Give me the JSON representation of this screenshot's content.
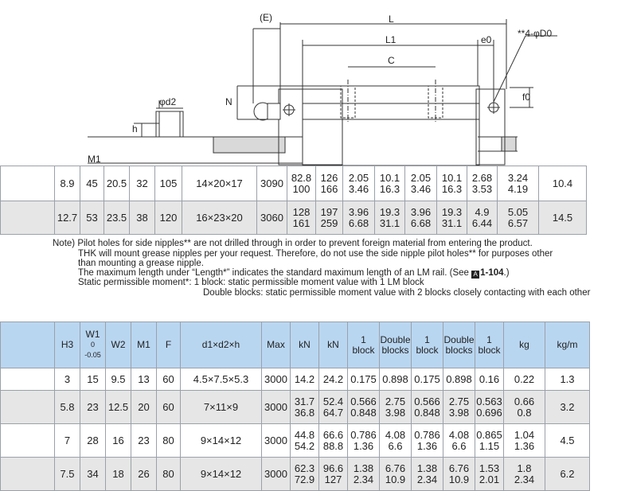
{
  "drawing": {
    "labels": {
      "E": "(E)",
      "L": "L",
      "L1": "L1",
      "C": "C",
      "e0": "e0",
      "holes": "**4-φD0",
      "f0": "f0",
      "N": "N",
      "d2": "φd2",
      "h": "h",
      "M1": "M1"
    }
  },
  "upper_table": {
    "rows": [
      {
        "c1": "8.9",
        "c2": "45",
        "c3": "20.5",
        "c4": "32",
        "c5": "105",
        "c6": "14×20×17",
        "c7": "3090",
        "c8": [
          "82.8",
          "100"
        ],
        "c9": [
          "126",
          "166"
        ],
        "c10": [
          "2.05",
          "3.46"
        ],
        "c11": [
          "10.1",
          "16.3"
        ],
        "c12": [
          "2.05",
          "3.46"
        ],
        "c13": [
          "10.1",
          "16.3"
        ],
        "c14": [
          "2.68",
          "3.53"
        ],
        "c15": [
          "3.24",
          "4.19"
        ],
        "c16": "10.4"
      },
      {
        "c1": "12.7",
        "c2": "53",
        "c3": "23.5",
        "c4": "38",
        "c5": "120",
        "c6": "16×23×20",
        "c7": "3060",
        "c8": [
          "128",
          "161"
        ],
        "c9": [
          "197",
          "259"
        ],
        "c10": [
          "3.96",
          "6.68"
        ],
        "c11": [
          "19.3",
          "31.1"
        ],
        "c12": [
          "3.96",
          "6.68"
        ],
        "c13": [
          "19.3",
          "31.1"
        ],
        "c14": [
          "4.9",
          "6.44"
        ],
        "c15": [
          "5.05",
          "6.57"
        ],
        "c16": "14.5"
      }
    ]
  },
  "note": {
    "line1": "Note) Pilot holes for side nipples** are not drilled through in order to prevent foreign material from entering the product.",
    "line2": "THK will mount grease nipples per your request. Therefore, do not use the side nipple pilot holes** for purposes other",
    "line3": "than mounting a grease nipple.",
    "line4": "The maximum length under “Length*” indicates the standard maximum length of an LM rail. (See ",
    "line4_ref": "1-104",
    "line4_end": ".)",
    "line5": "Static permissible moment*: 1 block: static permissible moment value with 1 LM block",
    "line6": "Double blocks: static permissible moment value with 2 blocks closely contacting with each other"
  },
  "lower_table": {
    "header": {
      "h3": "H3",
      "w1": "W1",
      "w1_tol_top": "0",
      "w1_tol_bot": "-0.05",
      "w2": "W2",
      "m1": "M1",
      "f": "F",
      "d": "d1×d2×h",
      "max": "Max",
      "kn1": "kN",
      "kn2": "kN",
      "one_block": "1",
      "one_block2": "block",
      "double": "Double",
      "double2": "blocks",
      "kg": "kg",
      "kgm": "kg/m"
    },
    "rows": [
      {
        "h3": "3",
        "w1": "15",
        "w2": "9.5",
        "m1": "13",
        "f": "60",
        "d": "4.5×7.5×5.3",
        "max": "3000",
        "c": [
          "14.2"
        ],
        "c0": [
          "24.2"
        ],
        "ma1": [
          "0.175"
        ],
        "ma2": [
          "0.898"
        ],
        "mb1": [
          "0.175"
        ],
        "mb2": [
          "0.898"
        ],
        "mc": [
          "0.16"
        ],
        "kg": [
          "0.22"
        ],
        "kgm": "1.3"
      },
      {
        "h3": "5.8",
        "w1": "23",
        "w2": "12.5",
        "m1": "20",
        "f": "60",
        "d": "7×11×9",
        "max": "3000",
        "c": [
          "31.7",
          "36.8"
        ],
        "c0": [
          "52.4",
          "64.7"
        ],
        "ma1": [
          "0.566",
          "0.848"
        ],
        "ma2": [
          "2.75",
          "3.98"
        ],
        "mb1": [
          "0.566",
          "0.848"
        ],
        "mb2": [
          "2.75",
          "3.98"
        ],
        "mc": [
          "0.563",
          "0.696"
        ],
        "kg": [
          "0.66",
          "0.8"
        ],
        "kgm": "3.2"
      },
      {
        "h3": "7",
        "w1": "28",
        "w2": "16",
        "m1": "23",
        "f": "80",
        "d": "9×14×12",
        "max": "3000",
        "c": [
          "44.8",
          "54.2"
        ],
        "c0": [
          "66.6",
          "88.8"
        ],
        "ma1": [
          "0.786",
          "1.36"
        ],
        "ma2": [
          "4.08",
          "6.6"
        ],
        "mb1": [
          "0.786",
          "1.36"
        ],
        "mb2": [
          "4.08",
          "6.6"
        ],
        "mc": [
          "0.865",
          "1.15"
        ],
        "kg": [
          "1.04",
          "1.36"
        ],
        "kgm": "4.5"
      },
      {
        "h3": "7.5",
        "w1": "34",
        "w2": "18",
        "m1": "26",
        "f": "80",
        "d": "9×14×12",
        "max": "3000",
        "c": [
          "62.3",
          "72.9"
        ],
        "c0": [
          "96.6",
          "127"
        ],
        "ma1": [
          "1.38",
          "2.34"
        ],
        "ma2": [
          "6.76",
          "10.9"
        ],
        "mb1": [
          "1.38",
          "2.34"
        ],
        "mb2": [
          "6.76",
          "10.9"
        ],
        "mc": [
          "1.53",
          "2.01"
        ],
        "kg": [
          "1.8",
          "2.34"
        ],
        "kgm": "6.2"
      }
    ]
  }
}
